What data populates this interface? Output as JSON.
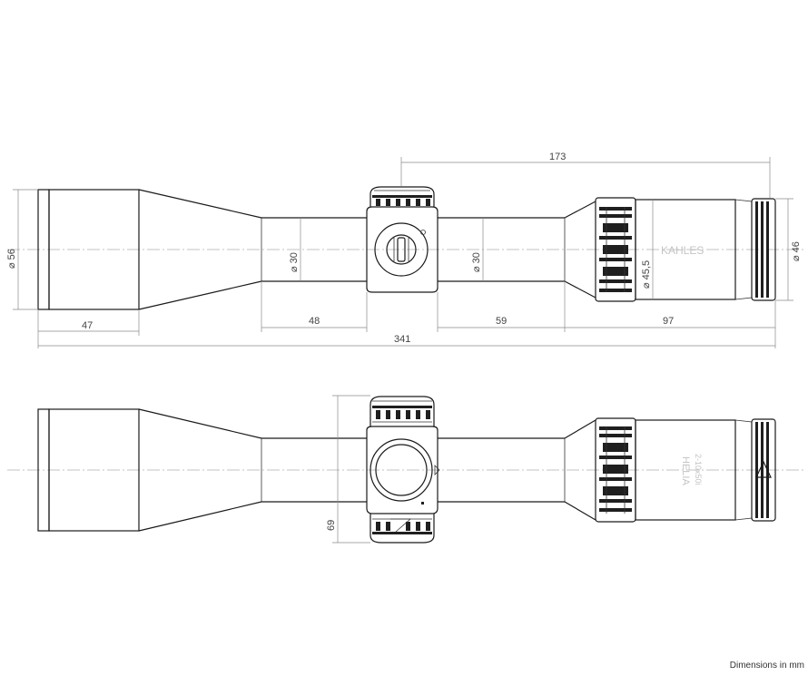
{
  "dimensions": {
    "overall_length": "341",
    "objective_bell_length": "47",
    "front_tube_length": "48",
    "rear_tube_length": "59",
    "eyepiece_length": "97",
    "turret_to_eyepiece": "173",
    "objective_diameter": "⌀ 56",
    "front_tube_diameter": "⌀ 30",
    "rear_tube_diameter": "⌀ 30",
    "eyepiece_diameter": "⌀ 45,5",
    "ocular_diameter": "⌀ 46",
    "turret_height": "69"
  },
  "markings": {
    "brand": "KAHLES",
    "model": "HELIA",
    "spec": "2-10x50i"
  },
  "footnote": "Dimensions in mm"
}
